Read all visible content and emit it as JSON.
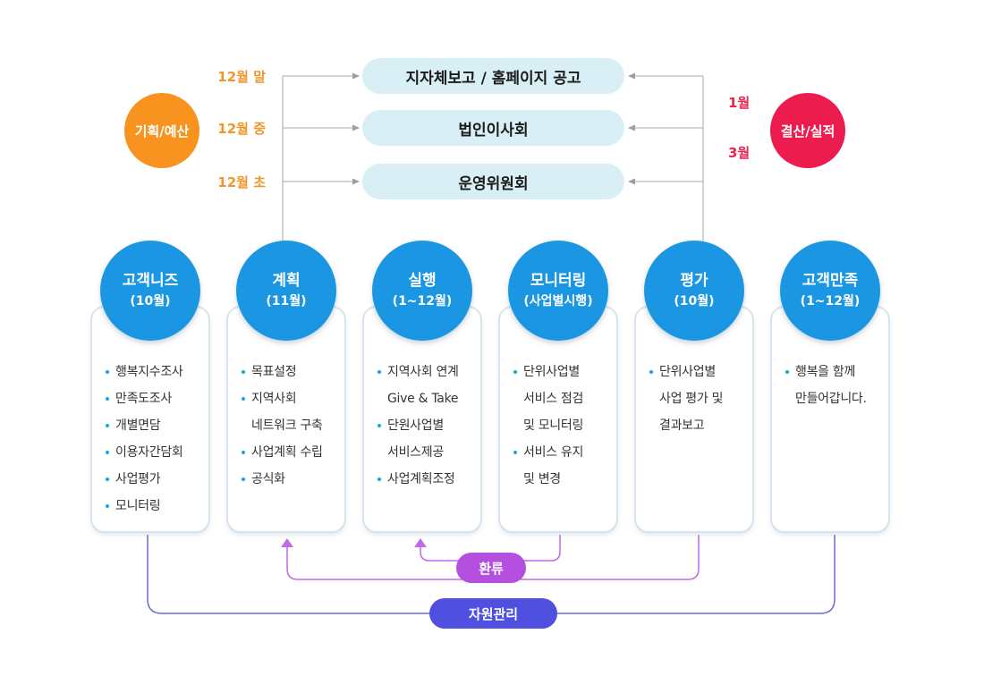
{
  "top_boxes": [
    "지자체보고 / 홈페이지 공고",
    "법인이사회",
    "운영위원회"
  ],
  "left_times": [
    "12월 말",
    "12월 중",
    "12월 초"
  ],
  "right_times": [
    "1월",
    "3월"
  ],
  "planning_badge": "기획/예산",
  "closing_badge": "결산/실적",
  "stages": [
    {
      "title": "고객니즈",
      "period": "(10월)",
      "items": [
        "행복지수조사",
        "만족도조사",
        "개별면담",
        "이용자간담회",
        "사업평가",
        "모니터링"
      ]
    },
    {
      "title": "계획",
      "period": "(11월)",
      "items": [
        "목표설정",
        "지역사회\n네트워크 구축",
        "사업계획 수립",
        "공식화"
      ]
    },
    {
      "title": "실행",
      "period": "(1~12월)",
      "items": [
        "지역사회 연계\nGive & Take",
        "단원사업별\n서비스제공",
        "사업계획조정"
      ]
    },
    {
      "title": "모니터링",
      "period": "(사업별시행)",
      "items": [
        "단위사업별\n서비스 점검\n및 모니터링",
        "서비스 유지\n및 변경"
      ]
    },
    {
      "title": "평가",
      "period": "(10월)",
      "items": [
        "단위사업별\n사업 평가 및\n결과보고"
      ]
    },
    {
      "title": "고객만족",
      "period": "(1~12월)",
      "items": [
        "행복을 함께\n만들어갑니다."
      ]
    }
  ],
  "feedback_label": "환류",
  "resource_label": "자원관리",
  "colors": {
    "stage_blue": "#1b96e2",
    "planning_orange": "#f7931e",
    "closing_red": "#ed1c4f",
    "top_box_bg": "#d9eff6",
    "feedback_purple": "#b54fdf",
    "resource_indigo": "#4f4fe0",
    "bullet_blue": "#1ea0e3"
  }
}
